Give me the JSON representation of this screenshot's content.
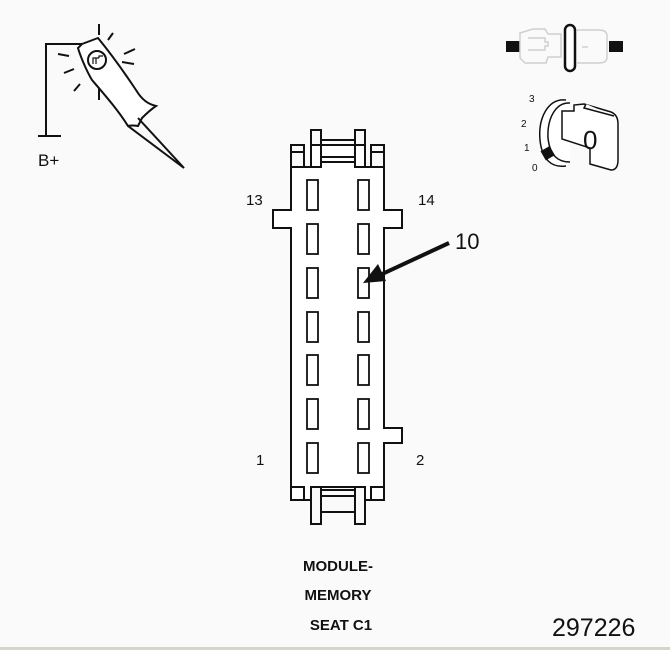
{
  "diagram": {
    "title_lines": [
      "MODULE-",
      "MEMORY",
      "SEAT C1"
    ],
    "figure_number": "297226",
    "connector": {
      "name": "Module-Memory Seat C1",
      "pin_count": 14,
      "corner_labels": {
        "top_left": "13",
        "top_right": "14",
        "bottom_left": "1",
        "bottom_right": "2"
      },
      "callout": {
        "label": "10",
        "target": "terminal-10"
      }
    },
    "test_lamp": {
      "label": "B+",
      "icon": "test-lamp-icon"
    },
    "connector_icon": {
      "icon": "disconnect-connector-icon"
    },
    "ignition_switch": {
      "icon": "ignition-key-icon",
      "key_position": "0",
      "positions": [
        "3",
        "2",
        "1",
        "0"
      ]
    }
  }
}
